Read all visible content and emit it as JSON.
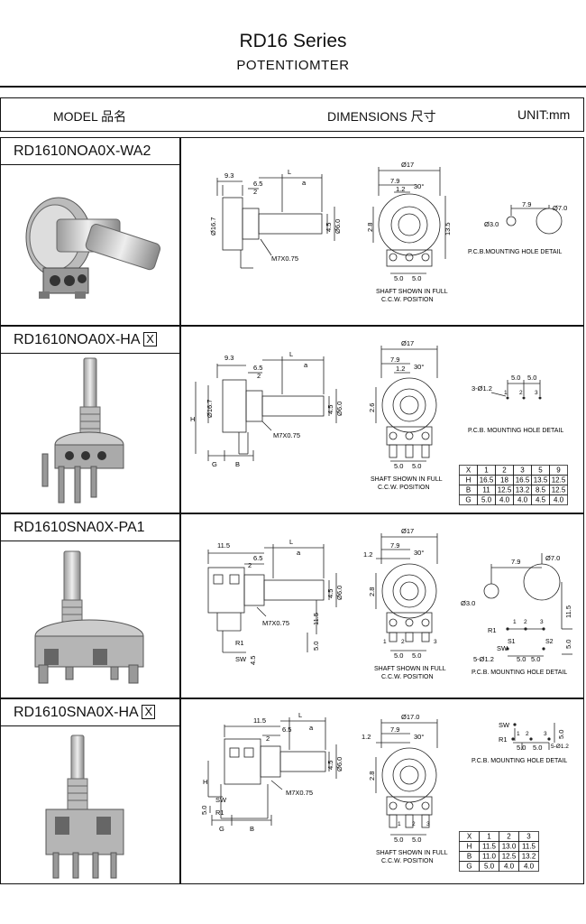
{
  "header": {
    "series": "RD16  Series",
    "subtitle": "POTENTIOMTER"
  },
  "columns": {
    "model": "MODEL 品名",
    "dimensions": "DIMENSIONS 尺寸",
    "unit": "UNIT:mm"
  },
  "rows": [
    {
      "model": "RD1610NOA0X-WA2",
      "has_x": false,
      "side": {
        "d1": "9.3",
        "d2": "6.5",
        "d3": "2",
        "L": "L",
        "a": "a",
        "dia_body": "Ø16.7",
        "dia_shaft": "Ø6.0",
        "h1": "4.5",
        "thread": "M7X0.75"
      },
      "front": {
        "dia": "Ø17",
        "w1": "7.9",
        "w2": "1.2",
        "angle": "30°",
        "h1": "2.8",
        "h2": "13.5",
        "p1": "5.0",
        "p2": "5.0",
        "note1": "SHAFT SHOWN IN FULL",
        "note2": "C.C.W. POSITION"
      },
      "pcb": {
        "d1": "Ø3.0",
        "spacing": "7.9",
        "d2": "Ø7.0",
        "label": "P.C.B.MOUNTING HOLE DETAIL"
      }
    },
    {
      "model": "RD1610NOA0X-HA",
      "has_x": true,
      "side": {
        "d1": "9.3",
        "d2": "6.5",
        "d3": "2",
        "L": "L",
        "a": "a",
        "dia_body": "Ø16.7",
        "dia_shaft": "Ø6.0",
        "h1": "4.5",
        "thread": "M7X0.75",
        "H": "H",
        "G": "G",
        "B": "B"
      },
      "front": {
        "dia": "Ø17",
        "w1": "7.9",
        "w2": "1.2",
        "angle": "30°",
        "h1": "2.6",
        "p1": "5.0",
        "p2": "5.0",
        "note1": "SHAFT SHOWN IN FULL",
        "note2": "C.C.W. POSITION"
      },
      "pcb": {
        "holes": "3-Ø1.2",
        "s1": "5.0",
        "s2": "5.0",
        "n1": "1",
        "n2": "2",
        "n3": "3",
        "label": "P.C.B. MOUNTING HOLE DETAIL"
      },
      "xtable": [
        [
          "X",
          "1",
          "2",
          "3",
          "5",
          "9"
        ],
        [
          "H",
          "16.5",
          "18",
          "16.5",
          "13.5",
          "12.5"
        ],
        [
          "B",
          "11",
          "12.5",
          "13.2",
          "8.5",
          "12.5"
        ],
        [
          "G",
          "5.0",
          "4.0",
          "4.0",
          "4.5",
          "4.0"
        ]
      ]
    },
    {
      "model": "RD1610SNA0X-PA1",
      "has_x": false,
      "side": {
        "d1": "11.5",
        "d2": "6.5",
        "d3": "2",
        "L": "L",
        "a": "a",
        "dia_shaft": "Ø6.0",
        "h1": "4.5",
        "h2": "11.5",
        "h3": "5.0",
        "h4": "4.5",
        "thread": "M7X0.75",
        "R1": "R1",
        "SW": "SW"
      },
      "front": {
        "dia": "Ø17",
        "w1": "7.9",
        "w2": "1.2",
        "angle": "30°",
        "h1": "2.8",
        "p1": "5.0",
        "p2": "5.0",
        "n1": "1",
        "n2": "2",
        "n3": "3",
        "note1": "SHAFT SHOWN IN FULL",
        "note2": "C.C.W. POSITION"
      },
      "pcb": {
        "d1": "Ø3.0",
        "spacing": "7.9",
        "d2": "Ø7.0",
        "h1": "11.5",
        "h2": "5.0",
        "s1": "5.0",
        "s2": "5.0",
        "holes": "5-Ø1.2",
        "R1": "R1",
        "SW": "SW",
        "S1": "S1",
        "S2": "S2",
        "n1": "1",
        "n2": "2",
        "n3": "3",
        "label": "P.C.B. MOUNTING HOLE DETAIL"
      }
    },
    {
      "model": "RD1610SNA0X-HA",
      "has_x": true,
      "side": {
        "d1": "11.5",
        "d2": "6.5",
        "d3": "2",
        "L": "L",
        "a": "a",
        "dia_shaft": "Ø6.0",
        "h1": "4.5",
        "h3": "5.0",
        "thread": "M7X0.75",
        "H": "H",
        "SW": "SW",
        "R1": "R1",
        "G": "G",
        "B": "B"
      },
      "front": {
        "dia": "Ø17.0",
        "w1": "7.9",
        "w2": "1.2",
        "angle": "30°",
        "h1": "2.8",
        "p1": "5.0",
        "p2": "5.0",
        "n1": "1",
        "n2": "2",
        "n3": "3",
        "note1": "SHAFT SHOWN IN FULL",
        "note2": "C.C.W. POSITION"
      },
      "pcb": {
        "SW": "SW",
        "R1": "R1",
        "s1": "5.0",
        "s2": "5.0",
        "h1": "5.0",
        "holes": "5-Ø1.2",
        "n1": "1",
        "n2": "2",
        "n3": "3",
        "label": "P.C.B. MOUNTING HOLE DETAIL"
      },
      "xtable": [
        [
          "X",
          "1",
          "2",
          "3"
        ],
        [
          "H",
          "11.5",
          "13.0",
          "11.5"
        ],
        [
          "B",
          "11.0",
          "12.5",
          "13.2"
        ],
        [
          "G",
          "5.0",
          "4.0",
          "4.0"
        ]
      ]
    }
  ]
}
